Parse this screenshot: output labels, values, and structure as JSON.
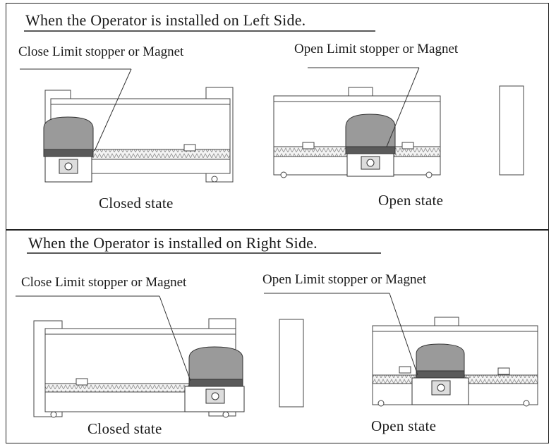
{
  "top": {
    "heading": "When the Operator is installed on Left Side.",
    "closed": {
      "label": "Close Limit stopper or Magnet",
      "state": "Closed state"
    },
    "open": {
      "label": "Open Limit stopper or Magnet",
      "state": "Open state"
    }
  },
  "bottom": {
    "heading": "When the Operator is installed on Right Side.",
    "closed": {
      "label": "Close Limit stopper or Magnet",
      "state": "Closed state"
    },
    "open": {
      "label": "Open Limit stopper or Magnet",
      "state": "Open state"
    }
  }
}
